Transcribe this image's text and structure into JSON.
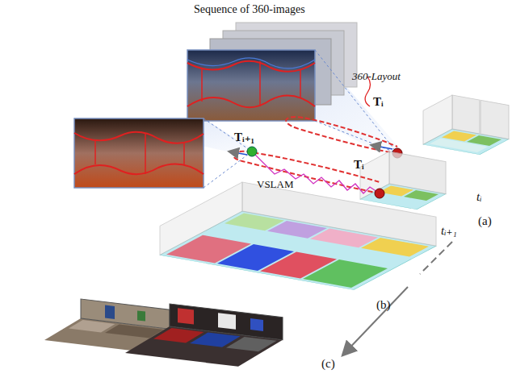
{
  "diagram": {
    "labels": [
      "Sequence of 360-images",
      "360-Layout",
      "Tᵢ",
      "Tᵢ₊₁",
      "Tᵢ",
      "VSLAM",
      "tᵢ",
      "(a)",
      "tᵢ₊₁",
      "(b)",
      "(c)"
    ]
  }
}
